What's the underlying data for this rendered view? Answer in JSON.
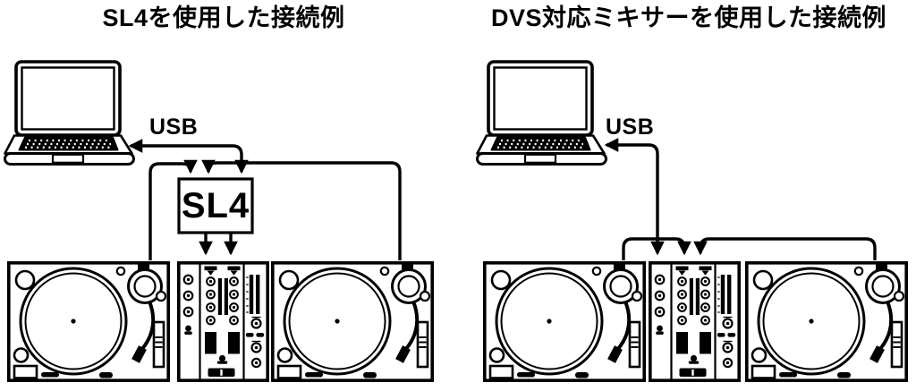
{
  "page": {
    "background": "#ffffff",
    "ink": "#000000"
  },
  "diagrams": [
    {
      "title": "SL4を使用した接続例",
      "usb_label": "USB",
      "interface_label": "SL4",
      "devices": [
        "laptop",
        "SL4 interface",
        "turntable-left",
        "dj-mixer",
        "turntable-right"
      ],
      "connections": [
        "laptop ↔ SL4 (USB)",
        "turntable-left → SL4",
        "turntable-right → SL4",
        "SL4 → mixer channel 1",
        "SL4 → mixer channel 2"
      ]
    },
    {
      "title": "DVS対応ミキサーを使用した接続例",
      "usb_label": "USB",
      "devices": [
        "laptop",
        "turntable-left",
        "dvs-dj-mixer",
        "turntable-right"
      ],
      "connections": [
        "laptop ↔ mixer (USB)",
        "turntable-left → mixer",
        "turntable-right → mixer"
      ]
    }
  ]
}
